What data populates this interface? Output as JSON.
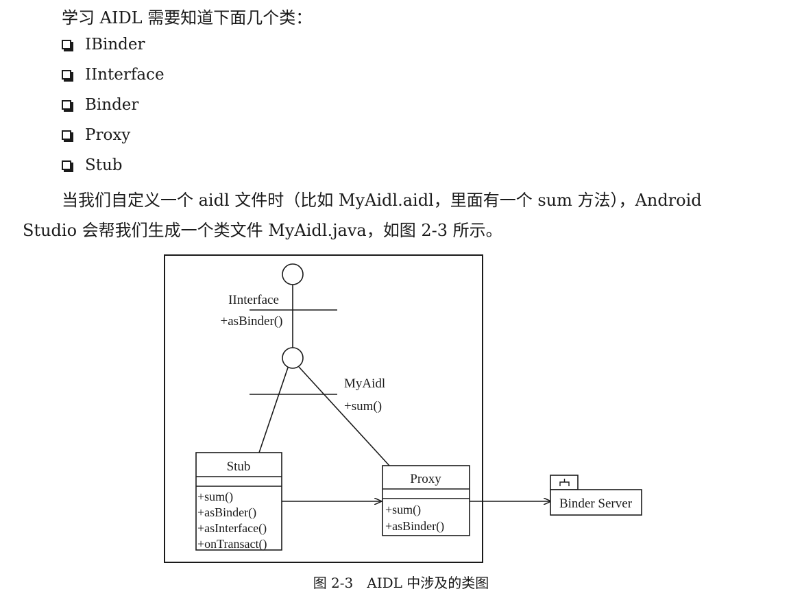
{
  "intro": "学习 AIDL 需要知道下面几个类：",
  "bullets": [
    "IBinder",
    "IInterface",
    "Binder",
    "Proxy",
    "Stub"
  ],
  "paragraph": {
    "line1": "当我们自定义一个 aidl 文件时（比如 MyAidl.aidl，里面有一个 sum 方法），Android",
    "line2": "Studio 会帮我们生成一个类文件 MyAidl.java，如图 2-3 所示。"
  },
  "diagram": {
    "iinterface": {
      "name": "IInterface",
      "method": "+asBinder()"
    },
    "myaidl": {
      "name": "MyAidl",
      "method": "+sum()"
    },
    "stub": {
      "name": "Stub",
      "methods": [
        "+sum()",
        "+asBinder()",
        "+asInterface()",
        "+onTransact()"
      ]
    },
    "proxy": {
      "name": "Proxy",
      "methods": [
        "+sum()",
        "+asBinder()"
      ]
    },
    "binder_server": {
      "name": "Binder Server"
    }
  },
  "caption": "图 2-3　AIDL 中涉及的类图"
}
